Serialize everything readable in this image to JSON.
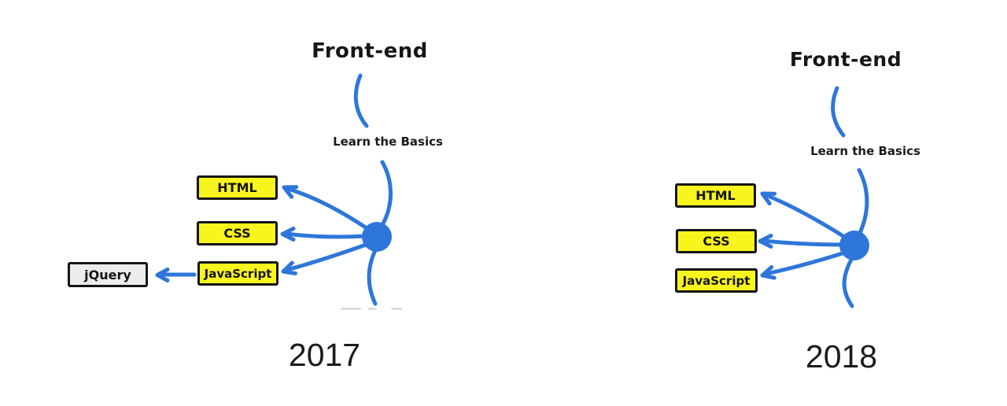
{
  "colors": {
    "line_blue": "#2e76d9",
    "box_yellow": "#f8f41d",
    "box_gray": "#ececec",
    "border_black": "#151515",
    "text_black": "#161616"
  },
  "d2017": {
    "title": "Front-end",
    "branch": "Learn the Basics",
    "boxes": {
      "html": "HTML",
      "css": "CSS",
      "js": "JavaScript",
      "jquery": "jQuery"
    },
    "year": "2017"
  },
  "d2018": {
    "title": "Front-end",
    "branch": "Learn the Basics",
    "boxes": {
      "html": "HTML",
      "css": "CSS",
      "js": "JavaScript"
    },
    "year": "2018"
  }
}
